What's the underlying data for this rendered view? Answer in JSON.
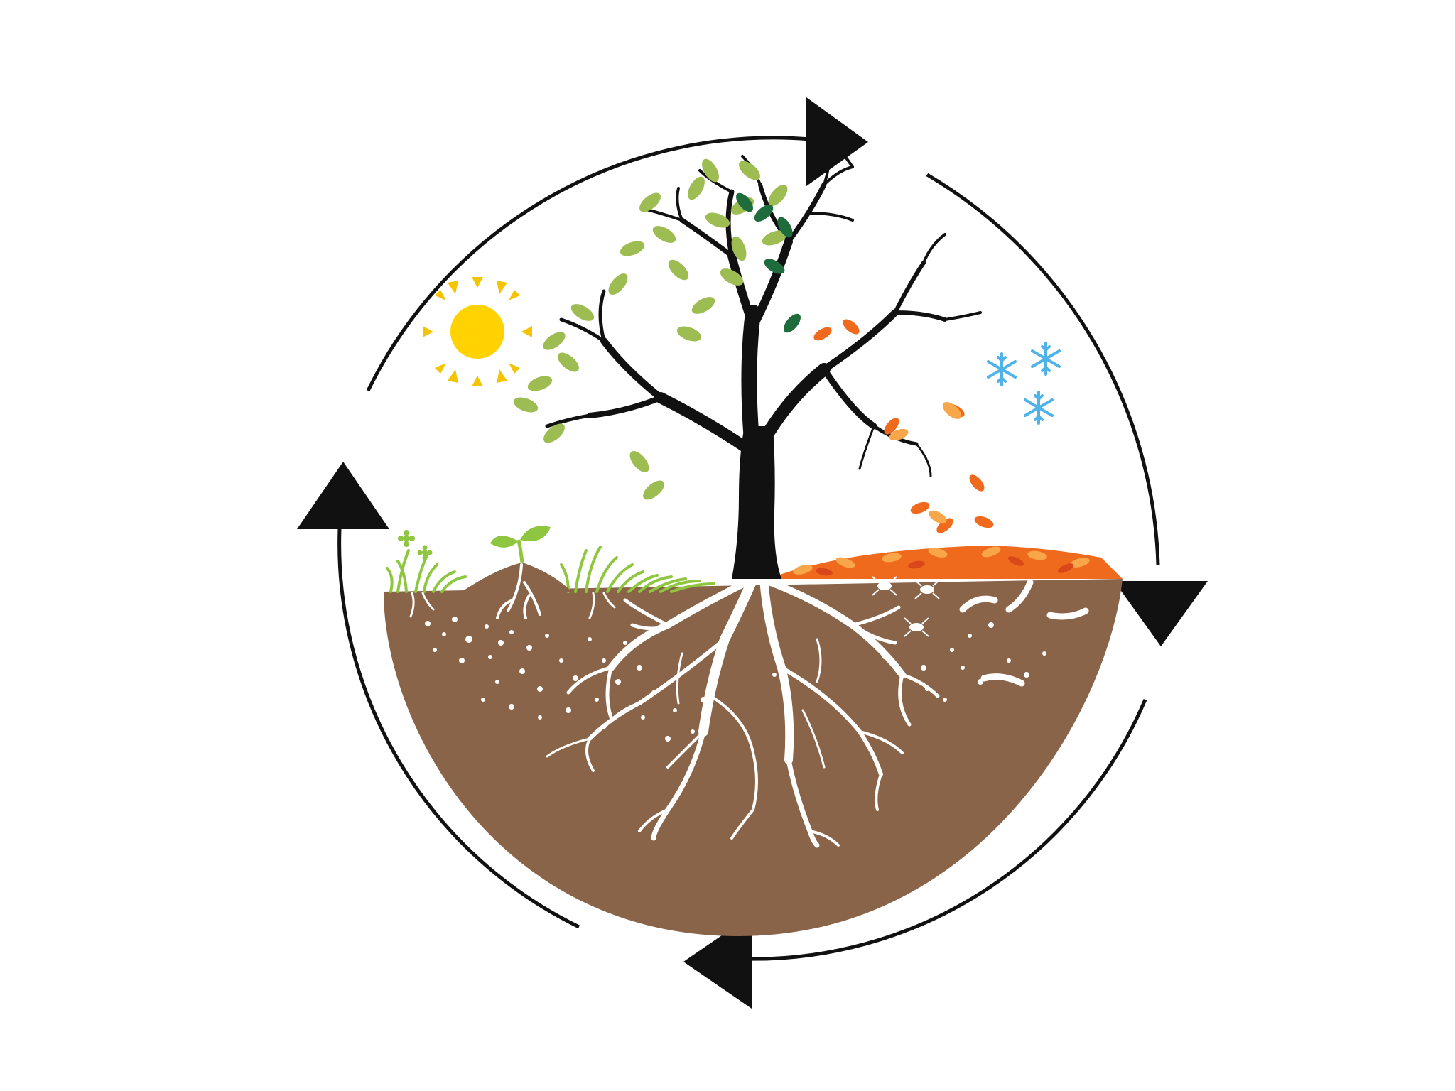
{
  "diagram": {
    "type": "seasonal-nutrient-cycle",
    "cycle_direction": "clockwise",
    "cycle_arrow_count": 4,
    "elements": [
      "sun-icon",
      "tree-icon",
      "leaf-icon",
      "snowflake-icon",
      "seedling-icon",
      "grass-icon",
      "root-system",
      "insect-icon",
      "worm-icon",
      "leaf-litter",
      "soil"
    ],
    "colors": {
      "soil": "#8a6449",
      "sun": "#ffd200",
      "sun_rays": "#f5c400",
      "trunk": "#111111",
      "leaf_light": "#9dbd52",
      "leaf_dark": "#1e6b3c",
      "leaf_autumn": "#f06a1d",
      "leaf_autumn_light": "#f8a64a",
      "snowflake": "#4fb3e8",
      "grass": "#8fc63f",
      "roots": "#ffffff",
      "arrows": "#111111"
    }
  }
}
